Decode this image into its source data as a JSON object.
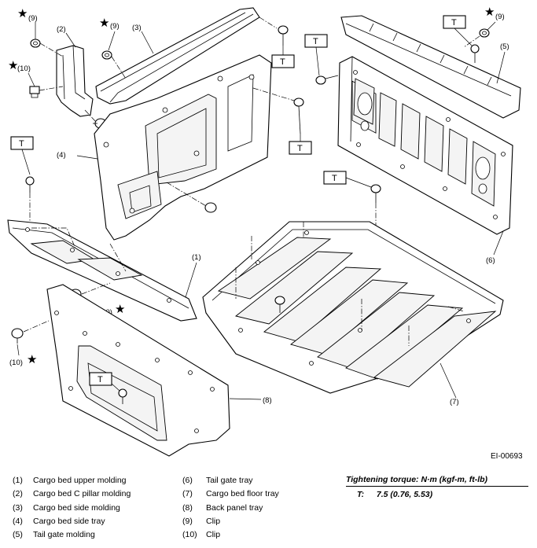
{
  "diagram": {
    "figure_id": "EI-00693",
    "torque_box_label": "T",
    "star_symbol": "★",
    "callouts": {
      "p1": "(1)",
      "p2": "(2)",
      "p3": "(3)",
      "p4": "(4)",
      "p5": "(5)",
      "p6": "(6)",
      "p7": "(7)",
      "p8": "(8)",
      "clip9a": "(9)",
      "clip9b": "(9)",
      "clip9c": "(9)",
      "clip10a": "(10)",
      "clip10b": "(10)",
      "clip10c": "(10)"
    }
  },
  "legend": {
    "left": [
      {
        "num": "(1)",
        "text": "Cargo bed upper molding"
      },
      {
        "num": "(2)",
        "text": "Cargo bed C pillar molding"
      },
      {
        "num": "(3)",
        "text": "Cargo bed side molding"
      },
      {
        "num": "(4)",
        "text": "Cargo bed side tray"
      },
      {
        "num": "(5)",
        "text": "Tail gate molding"
      }
    ],
    "right": [
      {
        "num": "(6)",
        "text": "Tail gate tray"
      },
      {
        "num": "(7)",
        "text": "Cargo bed floor tray"
      },
      {
        "num": "(8)",
        "text": "Back panel tray"
      },
      {
        "num": "(9)",
        "text": "Clip"
      },
      {
        "num": "(10)",
        "text": "Clip"
      }
    ]
  },
  "torque": {
    "title": "Tightening torque: N·m (kgf-m, ft-lb)",
    "symbol": "T:",
    "value": "7.5 (0.76, 5.53)"
  }
}
